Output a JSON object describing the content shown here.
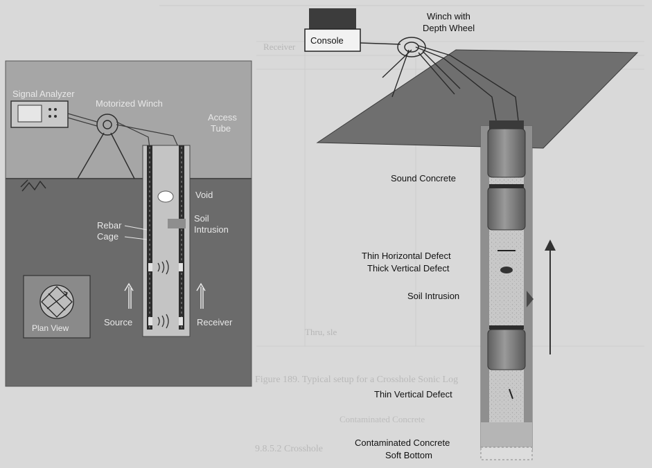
{
  "left_diagram": {
    "signal_analyzer_label": "Signal Analyzer",
    "motorized_winch_label": "Motorized Winch",
    "access_tube_label_line1": "Access",
    "access_tube_label_line2": "Tube",
    "void_label": "Void",
    "soil_intrusion_label_line1": "Soil",
    "soil_intrusion_label_line2": "Intrusion",
    "rebar_cage_label_line1": "Rebar",
    "rebar_cage_label_line2": "Cage",
    "plan_view_label": "Plan View",
    "source_label": "Source",
    "receiver_label": "Receiver"
  },
  "right_diagram": {
    "console_label": "Console",
    "winch_label_line1": "Winch with",
    "winch_label_line2": "Depth Wheel",
    "sound_concrete_label": "Sound Concrete",
    "thin_horizontal_defect_label": "Thin Horizontal Defect",
    "thick_vertical_defect_label": "Thick Vertical Defect",
    "soil_intrusion_label": "Soil Intrusion",
    "thin_vertical_defect_label": "Thin Vertical Defect",
    "contaminated_concrete_label": "Contaminated Concrete",
    "soft_bottom_label": "Soft Bottom"
  },
  "background_text": {
    "figure_caption": "Figure 189. Typical setup for a Crosshole Sonic Log",
    "section_heading": "9.8.5.2 Crosshole",
    "fragment_a": "Thru, sle",
    "fragment_b": "Receiver",
    "fragment_c": "Contaminated Concrete"
  },
  "colors": {
    "page_bg": "#d9d9d9",
    "sky_panel": "#a6a6a6",
    "ground_panel": "#6b6b6b",
    "shaft": "#c4c4c4",
    "probe": "#7a7a7a",
    "plate": "#707070"
  }
}
